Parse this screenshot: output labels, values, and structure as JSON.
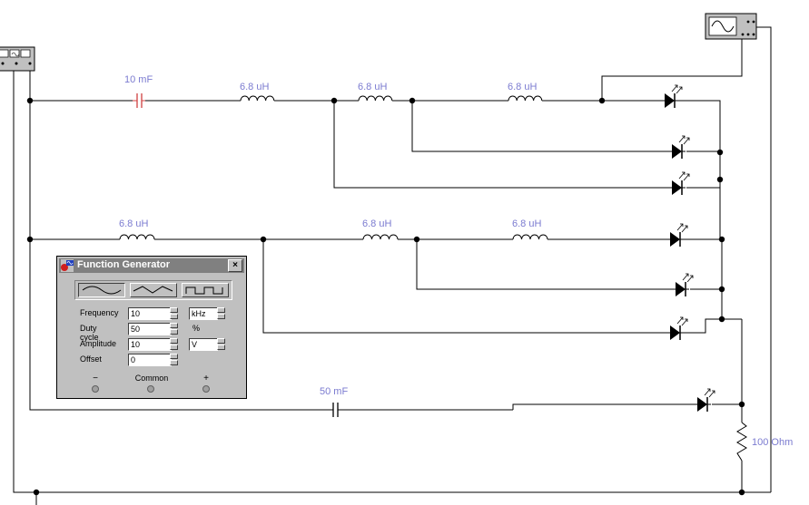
{
  "components": {
    "cap1": {
      "value": "10 mF"
    },
    "cap2": {
      "value": "50 mF"
    },
    "ind_top1": {
      "value": "6.8 uH"
    },
    "ind_top2": {
      "value": "6.8 uH"
    },
    "ind_top3": {
      "value": "6.8 uH"
    },
    "ind_mid1": {
      "value": "6.8 uH"
    },
    "ind_mid2": {
      "value": "6.8 uH"
    },
    "ind_mid3": {
      "value": "6.8 uH"
    },
    "resistor": {
      "value": "100 Ohm"
    }
  },
  "function_generator": {
    "title": "Function Generator",
    "close": "×",
    "waveforms": [
      "sine",
      "triangle",
      "square"
    ],
    "selected_waveform": "sine",
    "frequency": {
      "label": "Frequency",
      "value": "10",
      "unit": "kHz"
    },
    "duty_cycle": {
      "label": "Duty cycle",
      "value": "50",
      "unit": "%"
    },
    "amplitude": {
      "label": "Amplitude",
      "value": "10",
      "unit": "V"
    },
    "offset": {
      "label": "Offset",
      "value": "0"
    },
    "terminals": {
      "minus": "−",
      "common": "Common",
      "plus": "+"
    }
  },
  "colors": {
    "label": "#7b7bd0",
    "cap_label": "#d04040",
    "cap_symbol": "#d04040",
    "wire": "#000000"
  }
}
